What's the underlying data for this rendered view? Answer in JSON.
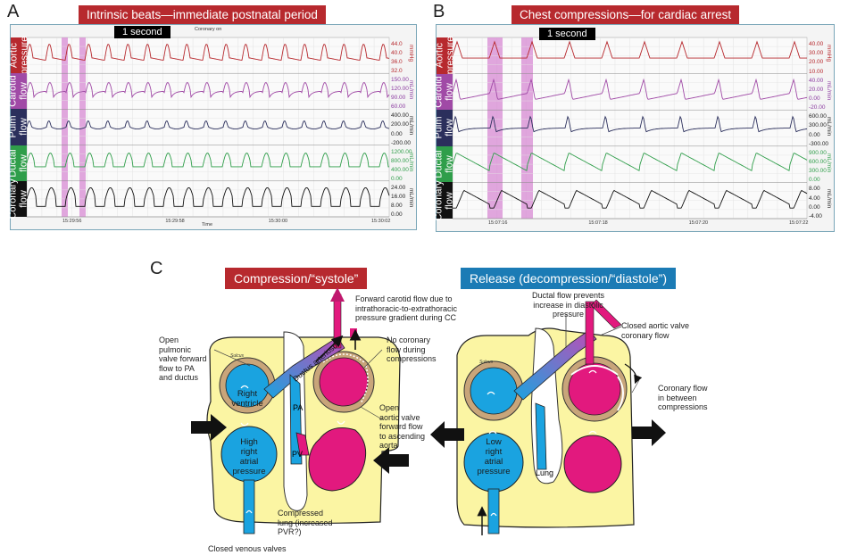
{
  "panelA": {
    "letter": "A",
    "title": "Intrinsic beats—immediate postnatal period",
    "one_second": "1 second",
    "marker": "Coronary on",
    "time_label": "Time",
    "time_ticks": [
      "15:29:56",
      "15:29:58",
      "15:30:00",
      "15:30:02"
    ],
    "channels": [
      {
        "label": "Aortic\npressure",
        "color": "#b7292e",
        "scale": [
          "44.0",
          "40.0",
          "36.0",
          "32.0"
        ],
        "unit": "mmHg",
        "scale_color": "#b7292e"
      },
      {
        "label": "Carotid\nflow",
        "color": "#a04aa6",
        "scale": [
          "150.00",
          "120.00",
          "90.00",
          "60.00"
        ],
        "unit": "mL/min",
        "scale_color": "#8b3aa0"
      },
      {
        "label": "Pulm\nflow",
        "color": "#2b2f5c",
        "scale": [
          "400.00",
          "200.00",
          "0.00",
          "-200.00"
        ],
        "unit": "mL/min",
        "scale_color": "#222"
      },
      {
        "label": "Ductal\nflow",
        "color": "#2f9e4a",
        "scale": [
          "1200.00",
          "800.00",
          "400.00",
          "0.00"
        ],
        "unit": "mL/min",
        "scale_color": "#2f9e4a"
      },
      {
        "label": "Coronary\nflow",
        "color": "#111111",
        "scale": [
          "24.00",
          "16.00",
          "8.00",
          "0.00"
        ],
        "unit": "mL/min",
        "scale_color": "#222"
      }
    ]
  },
  "panelB": {
    "letter": "B",
    "title": "Chest compressions—for cardiac arrest",
    "one_second": "1 second",
    "time_ticks": [
      "15:07:16",
      "15:07:18",
      "15:07:20",
      "15:07:22"
    ],
    "channels": [
      {
        "label": "Aortic\npressure",
        "color": "#b7292e",
        "scale": [
          "40.00",
          "30.00",
          "20.00",
          "10.00"
        ],
        "unit": "mmHg",
        "scale_color": "#b7292e"
      },
      {
        "label": "Carotid\nflow",
        "color": "#a04aa6",
        "scale": [
          "40.00",
          "20.00",
          "0.00",
          "-20.00"
        ],
        "unit": "mL/min",
        "scale_color": "#8b3aa0"
      },
      {
        "label": "Pulm\nflow",
        "color": "#2b2f5c",
        "scale": [
          "600.00",
          "300.00",
          "0.00",
          "-300.00"
        ],
        "unit": "mL/min",
        "scale_color": "#222"
      },
      {
        "label": "Ductal\nflow",
        "color": "#2f9e4a",
        "scale": [
          "900.00",
          "600.00",
          "300.00",
          "0.00"
        ],
        "unit": "mL/min",
        "scale_color": "#2f9e4a"
      },
      {
        "label": "Coronary\nflow",
        "color": "#111111",
        "scale": [
          "8.00",
          "4.00",
          "0.00",
          "-4.00"
        ],
        "unit": "mL/min",
        "scale_color": "#222"
      }
    ]
  },
  "panelC": {
    "letter": "C",
    "compression_title": "Compression/“systole”",
    "release_title": "Release (decompression/“diastole”)",
    "left_labels": {
      "forward_carotid": "Forward carotid flow due to\nintrathoracic-to-extrathoracic\npressure gradient during CC",
      "no_coronary": "No coronary\nflow during\ncompressions",
      "open_pulmonic": "Open\npulmonic\nvalve forward\nflow to PA\nand ductus",
      "right_ventricle": "Right\nventricle",
      "ductus": "Ductus arteriosus",
      "pa": "PA",
      "pv": "PV",
      "open_aortic": "Open\naortic valve\nforward flow\nto ascending\naorta",
      "high_atrial": "High\nright\natrial\npressure",
      "compressed_lung": "Compressed\nlung (increased\nPVR?)",
      "venous_valves": "Closed venous valves",
      "sulcus": "Sulcus"
    },
    "right_labels": {
      "ductal_prevents": "Ductal flow prevents\nincrease in diastolic\npressure",
      "closed_aortic": "Closed aortic valve\ncoronary flow",
      "coronary_between": "Coronary flow\nin between\ncompressions",
      "low_atrial": "Low\nright\natrial\npressure",
      "lung": "Lung",
      "sulcus": "Sulcus"
    }
  },
  "colors": {
    "red_title": "#b7292e",
    "blue_title": "#1b7bb5",
    "cyan_chamber": "#1aa3e0",
    "magenta_chamber": "#e2197e",
    "body_yellow": "#fbf5a3",
    "highlight": "#d78ad3"
  }
}
